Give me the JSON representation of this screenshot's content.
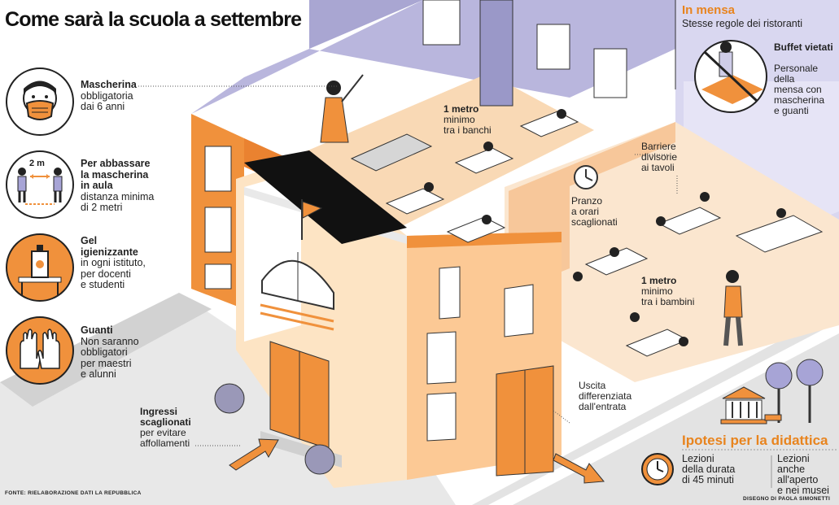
{
  "title": "Come sarà la scuola a settembre",
  "left_items": [
    {
      "icon": "mask-face-icon",
      "title": "Mascherina",
      "text": [
        "obbligatoria",
        "dai 6 anni"
      ]
    },
    {
      "icon": "distance-people-icon",
      "distance_label": "2 m",
      "title_lines": [
        "Per abbassare",
        "la mascherina",
        "in aula"
      ],
      "text": [
        "distanza minima",
        "di  2 metri"
      ]
    },
    {
      "icon": "sanitizer-gel-icon",
      "title_lines": [
        "Gel",
        "igienizzante"
      ],
      "text": [
        "in ogni istituto,",
        "per docenti",
        "e studenti"
      ]
    },
    {
      "icon": "gloves-icon",
      "title": "Guanti",
      "text": [
        "Non saranno",
        "obbligatori",
        "per maestri",
        "e alunni"
      ]
    }
  ],
  "labels": {
    "banchi": {
      "bold": "1 metro",
      "lines": [
        "minimo",
        "tra i banchi"
      ]
    },
    "barriere": [
      "Barriere",
      "divisorie",
      "ai tavoli"
    ],
    "pranzo": [
      "Pranzo",
      "a orari",
      "scaglionati"
    ],
    "bambini": {
      "bold": "1 metro",
      "lines": [
        "minimo",
        "tra i bambini"
      ]
    },
    "uscita": [
      "Uscita",
      "differenziata",
      "dall'entrata"
    ],
    "ingressi": {
      "bold_lines": [
        "Ingressi",
        "scaglionati"
      ],
      "lines": [
        "per evitare",
        "affollamenti"
      ]
    }
  },
  "mensa": {
    "title": "In mensa",
    "subtitle": "Stesse regole dei ristoranti",
    "buffet_title": "Buffet vietati",
    "buffet_text": [
      "Personale",
      "della",
      "mensa con",
      "mascherina",
      "e guanti"
    ],
    "no_icon": "no-buffet-icon"
  },
  "didattica": {
    "title": "Ipotesi per la didattica",
    "lezioni": [
      "Lezioni",
      "della durata",
      "di 45 minuti"
    ],
    "aperto": [
      "Lezioni anche",
      "all'aperto",
      "e nei musei"
    ],
    "clock_icon": "clock-icon",
    "museum_icon": "museum-icon"
  },
  "footer": {
    "fonte": "FONTE: RIELABORAZIONE DATI LA REPUBBLICA",
    "disegno": "DISEGNO DI PAOLA SIMONETTI"
  },
  "colors": {
    "orange": "#f0913c",
    "light_orange": "#f7c79a",
    "floor": "#fbe3c8",
    "lavender": "#c9c6ea",
    "gray": "#8c8c8c"
  }
}
